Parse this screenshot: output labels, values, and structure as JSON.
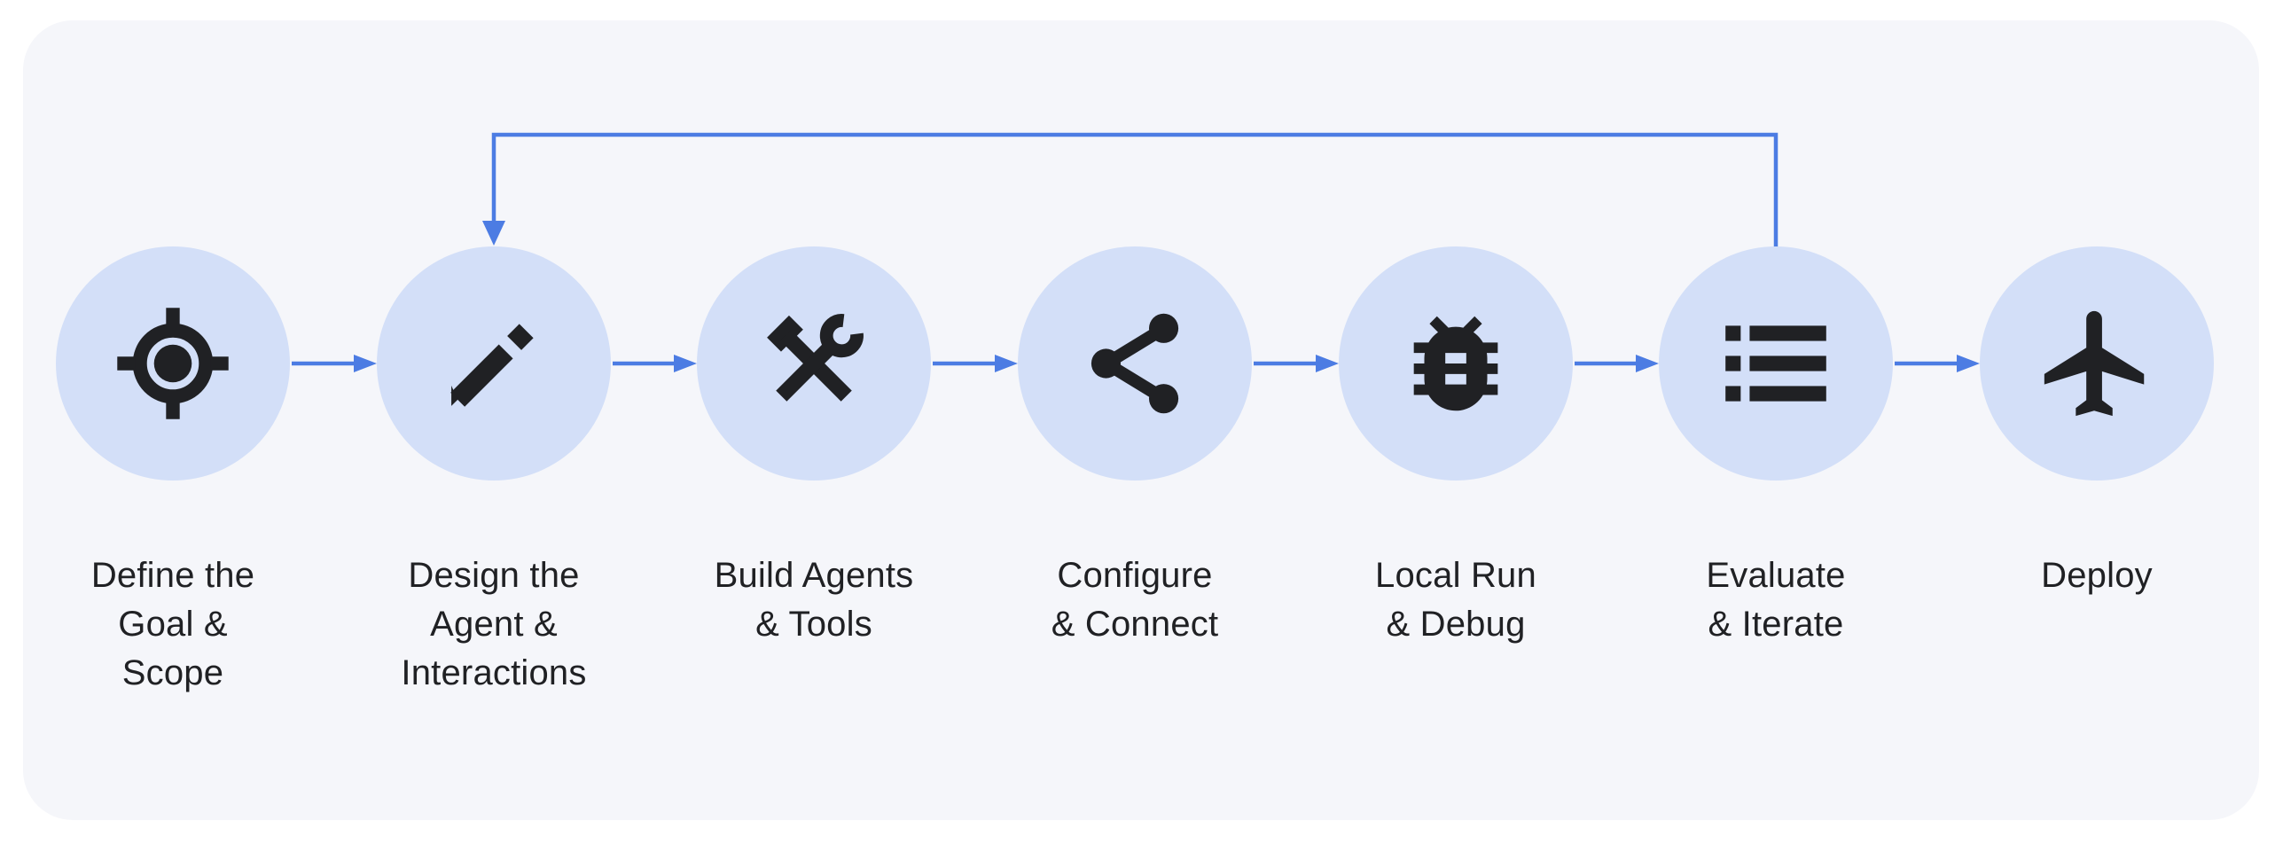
{
  "diagram": {
    "name": "agent-development-workflow",
    "steps": [
      {
        "id": "define-goal-scope",
        "icon": "target-icon",
        "label": "Define the\nGoal &\nScope"
      },
      {
        "id": "design-agent-interactions",
        "icon": "pencil-icon",
        "label": "Design the\nAgent &\nInteractions"
      },
      {
        "id": "build-agents-tools",
        "icon": "tools-icon",
        "label": "Build Agents\n& Tools"
      },
      {
        "id": "configure-connect",
        "icon": "share-icon",
        "label": "Configure\n& Connect"
      },
      {
        "id": "local-run-debug",
        "icon": "bug-icon",
        "label": "Local Run\n& Debug"
      },
      {
        "id": "evaluate-iterate",
        "icon": "list-icon",
        "label": "Evaluate\n& Iterate"
      },
      {
        "id": "deploy",
        "icon": "airplane-icon",
        "label": "Deploy"
      }
    ],
    "edges": [
      {
        "from": "define-goal-scope",
        "to": "design-agent-interactions",
        "type": "forward"
      },
      {
        "from": "design-agent-interactions",
        "to": "build-agents-tools",
        "type": "forward"
      },
      {
        "from": "build-agents-tools",
        "to": "configure-connect",
        "type": "forward"
      },
      {
        "from": "configure-connect",
        "to": "local-run-debug",
        "type": "forward"
      },
      {
        "from": "local-run-debug",
        "to": "evaluate-iterate",
        "type": "forward"
      },
      {
        "from": "evaluate-iterate",
        "to": "deploy",
        "type": "forward"
      },
      {
        "from": "evaluate-iterate",
        "to": "design-agent-interactions",
        "type": "feedback"
      }
    ]
  },
  "colors": {
    "page_bg": "#ffffff",
    "card_bg": "#f5f6fa",
    "circle_fill": "#d3dff8",
    "arrow": "#4c7ce3",
    "icon": "#202124",
    "label": "#202124"
  }
}
